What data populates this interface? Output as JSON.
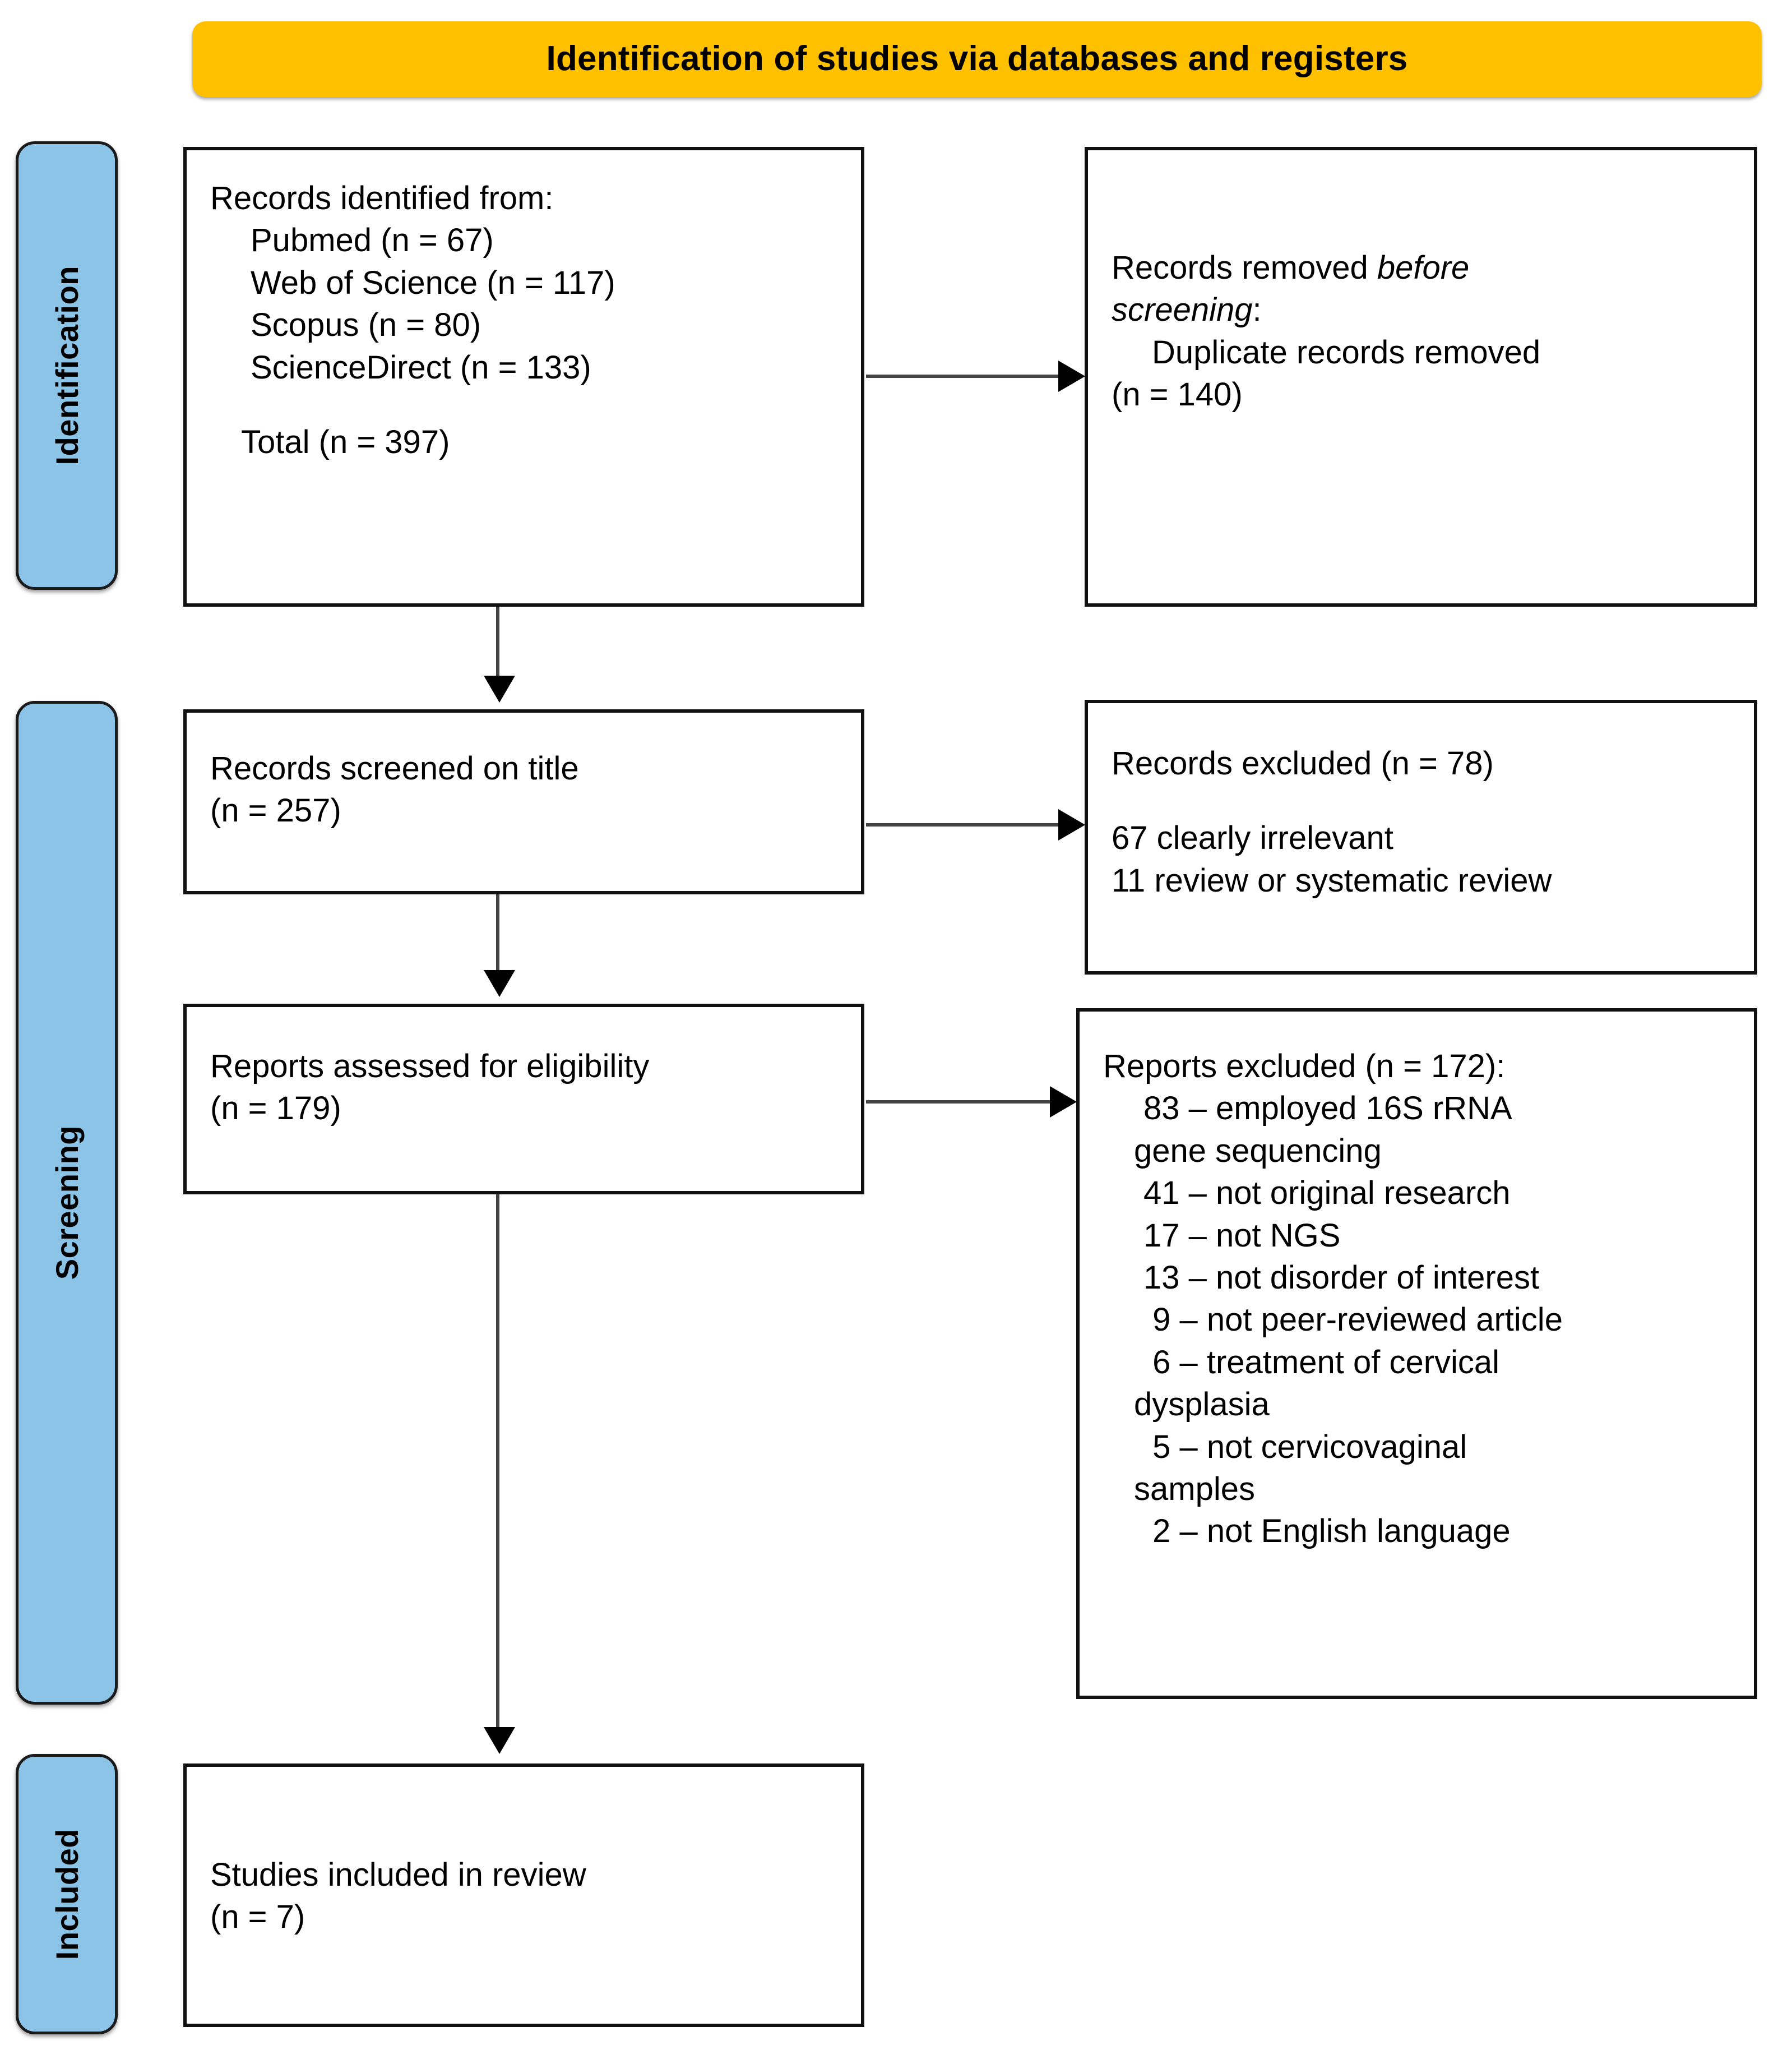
{
  "banner": {
    "title": "Identification of studies via databases and registers",
    "color": "#FFC000"
  },
  "stages": {
    "identification": "Identification",
    "screening": "Screening",
    "included": "Included",
    "color": "#8CC4E8"
  },
  "boxes": {
    "records_identified": {
      "heading": "Records identified from:",
      "sources": [
        "Pubmed (n = 67)",
        "Web of Science (n = 117)",
        "Scopus (n = 80)",
        "ScienceDirect (n = 133)"
      ],
      "total": "Total (n = 397)"
    },
    "records_removed": {
      "line1_prefix": "Records removed ",
      "line1_italic": "before",
      "line2_italic": "screening",
      "line2_suffix": ":",
      "detail_line1": "Duplicate records removed",
      "detail_line2": "(n = 140)"
    },
    "records_screened": {
      "line1": "Records screened on title",
      "line2": "(n = 257)"
    },
    "records_excluded": {
      "heading": "Records excluded (n = 78)",
      "reasons": [
        "67 clearly irrelevant",
        "11 review or systematic review"
      ]
    },
    "reports_assessed": {
      "line1": "Reports assessed for eligibility",
      "line2": "(n = 179)"
    },
    "reports_excluded": {
      "heading": "Reports excluded (n = 172):",
      "reasons": [
        "83 – employed 16S rRNA",
        "gene sequencing",
        "41 – not original research",
        "17 – not NGS",
        "13 – not disorder of interest",
        " 9 – not peer-reviewed article",
        " 6 – treatment of cervical",
        "dysplasia",
        " 5 – not cervicovaginal",
        "samples",
        " 2 – not English language"
      ]
    },
    "studies_included": {
      "line1": "Studies included in review",
      "line2": "(n = 7)"
    }
  },
  "chart_data": {
    "type": "diagram",
    "title": "Identification of studies via databases and registers",
    "nodes": [
      {
        "id": "identified",
        "stage": "Identification",
        "label": "Records identified from: Pubmed (n = 67), Web of Science (n = 117), Scopus (n = 80), ScienceDirect (n = 133); Total (n = 397)",
        "n": 397
      },
      {
        "id": "removed",
        "stage": "Identification",
        "label": "Records removed before screening: Duplicate records removed (n = 140)",
        "n": 140
      },
      {
        "id": "screened",
        "stage": "Screening",
        "label": "Records screened on title (n = 257)",
        "n": 257
      },
      {
        "id": "excluded1",
        "stage": "Screening",
        "label": "Records excluded (n = 78)",
        "n": 78
      },
      {
        "id": "eligibility",
        "stage": "Screening",
        "label": "Reports assessed for eligibility (n = 179)",
        "n": 179
      },
      {
        "id": "excluded2",
        "stage": "Screening",
        "label": "Reports excluded (n = 172)",
        "n": 172
      },
      {
        "id": "included",
        "stage": "Included",
        "label": "Studies included in review (n = 7)",
        "n": 7
      }
    ],
    "edges": [
      {
        "from": "identified",
        "to": "removed",
        "direction": "right"
      },
      {
        "from": "identified",
        "to": "screened",
        "direction": "down"
      },
      {
        "from": "screened",
        "to": "excluded1",
        "direction": "right"
      },
      {
        "from": "screened",
        "to": "eligibility",
        "direction": "down"
      },
      {
        "from": "eligibility",
        "to": "excluded2",
        "direction": "right"
      },
      {
        "from": "eligibility",
        "to": "included",
        "direction": "down"
      }
    ]
  }
}
